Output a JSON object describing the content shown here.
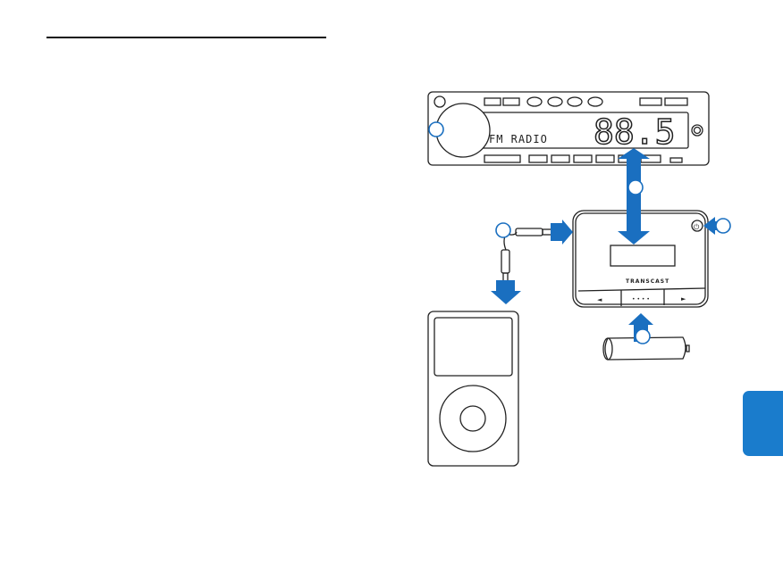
{
  "radio": {
    "label": "FM RADIO",
    "frequency": "88.5"
  },
  "transmitter": {
    "brand": "TRANSCAST",
    "prev": "◄",
    "dots": "• • • •",
    "next": "►"
  },
  "colors": {
    "accent": "#1a6fc0",
    "tab": "#1a7ccc"
  }
}
